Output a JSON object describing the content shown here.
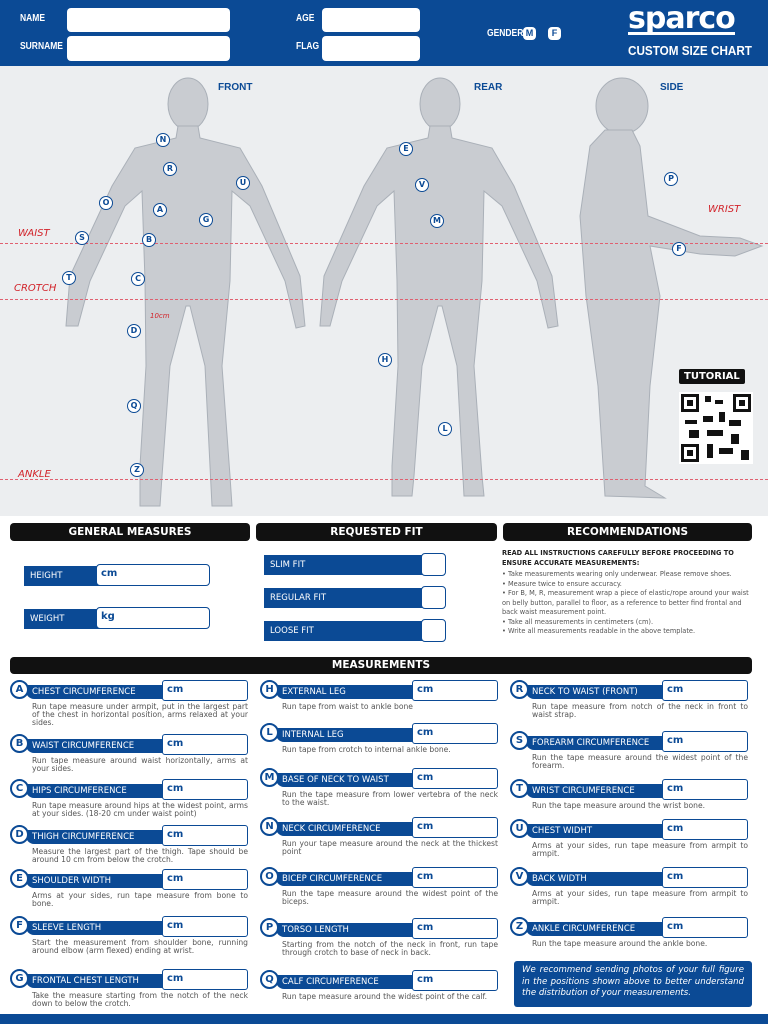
{
  "header": {
    "name_label": "NAME",
    "surname_label": "SURNAME",
    "age_label": "AGE",
    "flag_label": "FLAG",
    "gender_label": "GENDER",
    "gender_options": [
      "M",
      "F"
    ],
    "brand": "sparco",
    "title": "CUSTOM SIZE CHART"
  },
  "figures": {
    "front": "FRONT",
    "rear": "REAR",
    "side": "SIDE",
    "waist": "WAIST",
    "crotch": "CROTCH",
    "ankle": "ANKLE",
    "wrist": "WRIST",
    "thigh_note": "10cm",
    "tutorial": "TUTORIAL"
  },
  "markers": {
    "front": [
      "N",
      "R",
      "U",
      "O",
      "A",
      "G",
      "S",
      "B",
      "T",
      "C",
      "D",
      "Q",
      "Z"
    ],
    "rear": [
      "E",
      "V",
      "M",
      "H",
      "L"
    ],
    "side": [
      "P",
      "F"
    ]
  },
  "sections": {
    "general": "GENERAL MEASURES",
    "fit": "REQUESTED FIT",
    "recommendations": "RECOMMENDATIONS",
    "measurements": "MEASUREMENTS"
  },
  "general": {
    "height_label": "HEIGHT",
    "height_unit": "cm",
    "weight_label": "WEIGHT",
    "weight_unit": "kg"
  },
  "fit": [
    "SLIM FIT",
    "REGULAR FIT",
    "LOOSE FIT"
  ],
  "recommendations": {
    "intro": "READ ALL INSTRUCTIONS CAREFULLY BEFORE PROCEEDING TO ENSURE ACCURATE MEASUREMENTS:",
    "bullets": [
      "• Take measurements wearing only underwear. Please remove shoes.",
      "• Measure twice to ensure accuracy.",
      "• For B, M, R, measurement wrap a piece of elastic/rope around your waist on belly button, parallel to floor, as a reference to better find frontal and back waist measurement point.",
      "• Take all measurements in centimeters (cm).",
      "• Write all measurements readable in the above template."
    ]
  },
  "unit": "cm",
  "measurements": [
    {
      "letter": "A",
      "label": "CHEST CIRCUMFERENCE",
      "desc": "Run tape measure under armpit, put in the largest part of the chest in horizontal position, arms relaxed at your sides."
    },
    {
      "letter": "B",
      "label": "WAIST CIRCUMFERENCE",
      "desc": "Run tape measure around waist horizontally, arms at your sides."
    },
    {
      "letter": "C",
      "label": "HIPS CIRCUMFERENCE",
      "desc": "Run tape measure around hips at the widest point, arms at your sides. (18-20 cm under waist point)"
    },
    {
      "letter": "D",
      "label": "THIGH CIRCUMFERENCE",
      "desc": "Measure the largest part of the thigh. Tape should be around 10 cm from below the crotch."
    },
    {
      "letter": "E",
      "label": "SHOULDER WIDTH",
      "desc": "Arms at your sides, run tape measure from bone to bone."
    },
    {
      "letter": "F",
      "label": "SLEEVE LENGTH",
      "desc": "Start the measurement from shoulder bone, running around elbow (arm flexed) ending at wrist."
    },
    {
      "letter": "G",
      "label": "FRONTAL CHEST LENGTH",
      "desc": "Take the measure starting from the notch of the neck down to below the crotch."
    },
    {
      "letter": "H",
      "label": "EXTERNAL LEG",
      "desc": "Run tape from waist to ankle bone"
    },
    {
      "letter": "L",
      "label": "INTERNAL LEG",
      "desc": "Run tape from crotch to internal ankle bone."
    },
    {
      "letter": "M",
      "label": "BASE OF NECK TO WAIST",
      "desc": "Run the tape measure from lower vertebra of the neck to the waist."
    },
    {
      "letter": "N",
      "label": "NECK CIRCUMFERENCE",
      "desc": "Run your tape measure around the neck at the thickest point"
    },
    {
      "letter": "O",
      "label": "BICEP CIRCUMFERENCE",
      "desc": "Run the tape measure around the widest point of the biceps."
    },
    {
      "letter": "P",
      "label": "TORSO LENGTH",
      "desc": "Starting from the notch of the neck in front, run tape through crotch to base of neck in back."
    },
    {
      "letter": "Q",
      "label": "CALF CIRCUMFERENCE",
      "desc": "Run tape measure around the widest point of the calf."
    },
    {
      "letter": "R",
      "label": "NECK TO WAIST (FRONT)",
      "desc": "Run tape measure from notch of the neck in front to waist strap."
    },
    {
      "letter": "S",
      "label": "FOREARM CIRCUMFERENCE",
      "desc": "Run the tape measure around the widest point of the forearm."
    },
    {
      "letter": "T",
      "label": "WRIST CIRCUMFERENCE",
      "desc": "Run the tape measure around the wrist bone."
    },
    {
      "letter": "U",
      "label": "CHEST WIDHT",
      "desc": "Arms at your sides, run tape measure from armpit to armpit."
    },
    {
      "letter": "V",
      "label": "BACK WIDTH",
      "desc": "Arms at your sides, run tape measure from armpit to armpit."
    },
    {
      "letter": "Z",
      "label": "ANKLE CIRCUMFERENCE",
      "desc": "Run the tape measure around the ankle bone."
    }
  ],
  "note": "We recommend sending photos of your full figure in the positions shown above to better understand the distribution of your measurements.",
  "colors": {
    "brand_blue": "#0b4a95",
    "guide_red": "#d2232a",
    "figure_bg": "#eceef0"
  }
}
